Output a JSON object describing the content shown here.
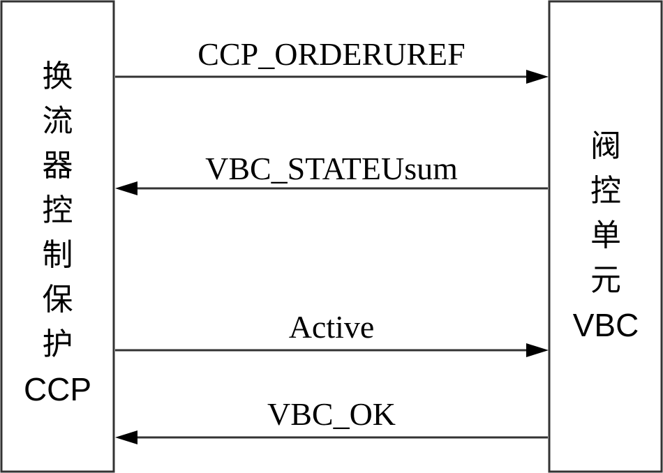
{
  "diagram": {
    "left_box": {
      "cjk_lines": [
        "换",
        "流",
        "器",
        "控",
        "制",
        "保",
        "护"
      ],
      "latin_label": "CCP"
    },
    "right_box": {
      "cjk_lines": [
        "阀",
        "控",
        "单",
        "元"
      ],
      "latin_label": "VBC"
    },
    "messages": [
      {
        "label": "CCP_ORDERUREF",
        "direction": "right"
      },
      {
        "label": "VBC_STATEUsum",
        "direction": "left"
      },
      {
        "label": "Active",
        "direction": "right"
      },
      {
        "label": "VBC_OK",
        "direction": "left"
      }
    ]
  }
}
